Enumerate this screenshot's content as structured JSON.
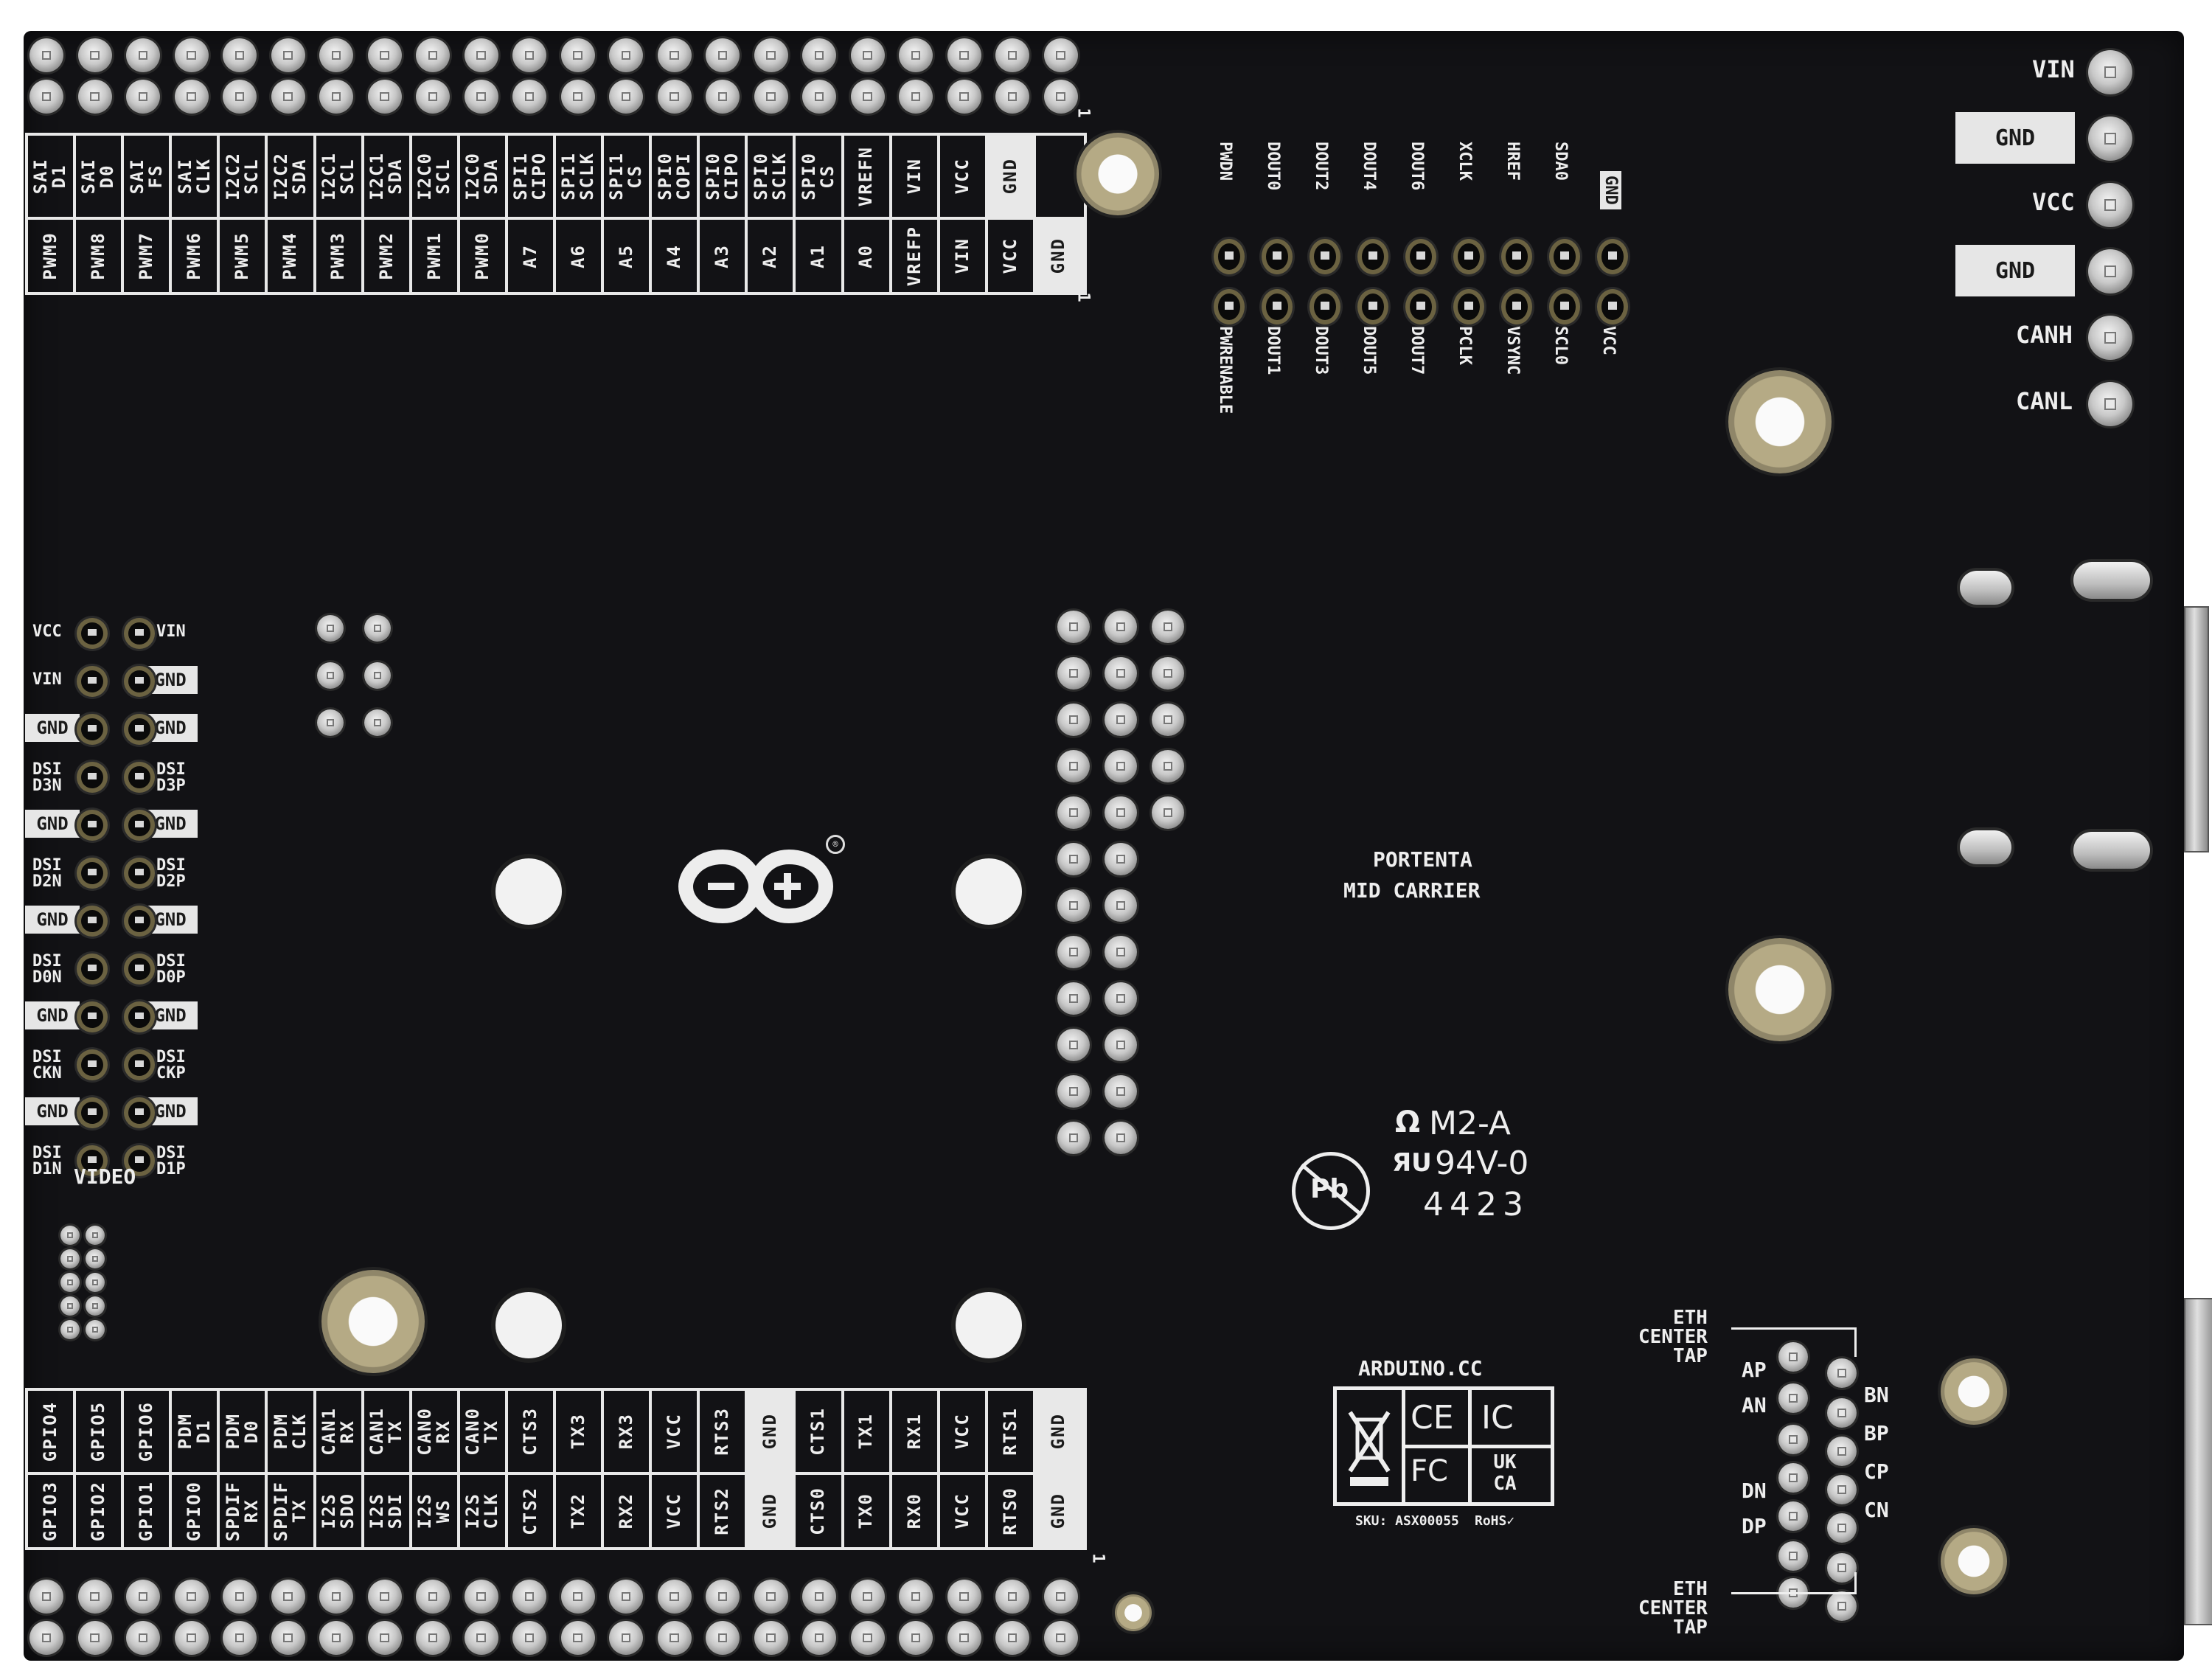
{
  "board": {
    "name": "PORTENTA",
    "subtitle": "MID CARRIER",
    "brand_url": "ARDUINO.CC",
    "sku": "SKU: ASX00055",
    "rohs": "RoHS✓",
    "marking": {
      "line1": "M2-A",
      "line2": "94V-0",
      "line3": "4423",
      "pb_free_symbol": "Pb"
    },
    "certifications": [
      "CE",
      "IC",
      "FC",
      "UK CA"
    ],
    "colors": {
      "solder_mask": "#121215",
      "silkscreen": "#eeeeee",
      "pad": "#c8c8c8",
      "mounting_ring": "#b5aa85"
    }
  },
  "top_header": {
    "pin1_marker": "1",
    "row1_labels": [
      "SAI\nD1",
      "SAI\nD0",
      "SAI\nFS",
      "SAI\nCLK",
      "I2C2\nSCL",
      "I2C2\nSDA",
      "I2C1\nSCL",
      "I2C1\nSDA",
      "I2C0\nSCL",
      "I2C0\nSDA",
      "SPI1\nCIPO",
      "SPI1\nSCLK",
      "SPI1\nCS",
      "SPI0\nCOPI",
      "SPI0\nCIPO",
      "SPI0\nSCLK",
      "SPI0\nCS",
      "VREFN",
      "VIN",
      "VCC",
      "GND"
    ],
    "row2_labels": [
      "PWM9",
      "PWM8",
      "PWM7",
      "PWM6",
      "PWM5",
      "PWM4",
      "PWM3",
      "PWM2",
      "PWM1",
      "PWM0",
      "A7",
      "A6",
      "A5",
      "A4",
      "A3",
      "A2",
      "A1",
      "A0",
      "VREFP",
      "VIN",
      "VCC",
      "GND"
    ]
  },
  "bottom_header": {
    "pin1_marker": "1",
    "row1_labels": [
      "GPIO4",
      "GPIO5",
      "GPIO6",
      "PDM\nD1",
      "PDM\nD0",
      "PDM\nCLK",
      "CAN1\nRX",
      "CAN1\nTX",
      "CAN0\nRX",
      "CAN0\nTX",
      "CTS3",
      "TX3",
      "RX3",
      "VCC",
      "RTS3",
      "GND",
      "CTS1",
      "TX1",
      "RX1",
      "VCC",
      "RTS1",
      "GND"
    ],
    "row2_labels": [
      "GPIO3",
      "GPIO2",
      "GPIO1",
      "GPIO0",
      "SPDIF\nRX",
      "SPDIF\nTX",
      "I2S\nSDO",
      "I2S\nSDI",
      "I2S\nWS",
      "I2S\nCLK",
      "CTS2",
      "TX2",
      "RX2",
      "VCC",
      "RTS2",
      "GND",
      "CTS0",
      "TX0",
      "RX0",
      "VCC",
      "RTS0",
      "GND"
    ]
  },
  "camera_header": {
    "top_labels": [
      "PWDN",
      "DOUT0",
      "DOUT2",
      "DOUT4",
      "DOUT6",
      "XCLK",
      "HREF",
      "SDA0",
      "GND"
    ],
    "bottom_labels": [
      "PWRENABLE",
      "DOUT1",
      "DOUT3",
      "DOUT5",
      "DOUT7",
      "PCLK",
      "VSYNC",
      "SCL0",
      "VCC"
    ]
  },
  "power_can_header": {
    "labels": [
      "VIN",
      "GND",
      "VCC",
      "GND",
      "CANH",
      "CANL"
    ]
  },
  "video_header": {
    "title": "VIDEO",
    "rows": [
      {
        "left": "VCC",
        "right": "VIN"
      },
      {
        "left": "VIN",
        "right": "GND"
      },
      {
        "left": "GND",
        "right": "GND"
      },
      {
        "left": "DSI\nD3N",
        "right": "DSI\nD3P"
      },
      {
        "left": "GND",
        "right": "GND"
      },
      {
        "left": "DSI\nD2N",
        "right": "DSI\nD2P"
      },
      {
        "left": "GND",
        "right": "GND"
      },
      {
        "left": "DSI\nD0N",
        "right": "DSI\nD0P"
      },
      {
        "left": "GND",
        "right": "GND"
      },
      {
        "left": "DSI\nCKN",
        "right": "DSI\nCKP"
      },
      {
        "left": "GND",
        "right": "GND"
      },
      {
        "left": "DSI\nD1N",
        "right": "DSI\nD1P"
      }
    ]
  },
  "ethernet": {
    "top_label": "ETH\nCENTER\nTAP",
    "bottom_label": "ETH\nCENTER\nTAP",
    "left_labels": [
      "AP",
      "AN",
      "DN",
      "DP"
    ],
    "right_labels": [
      "BN",
      "BP",
      "CP",
      "CN"
    ]
  }
}
